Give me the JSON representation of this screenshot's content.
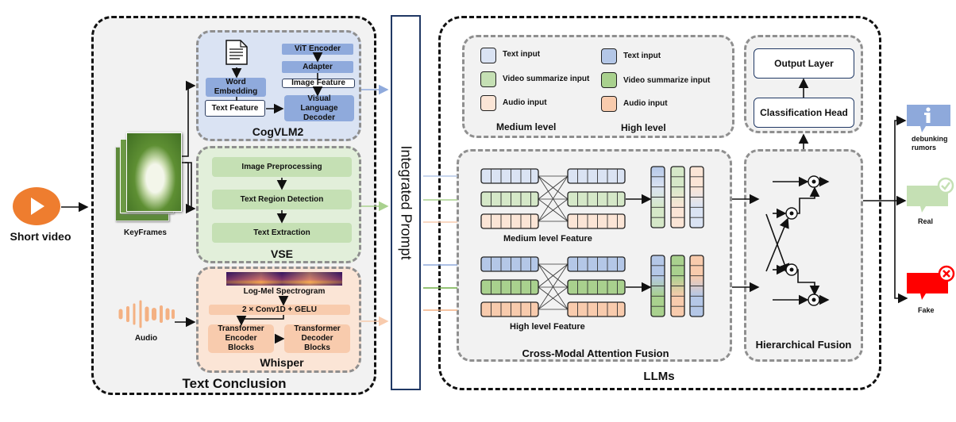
{
  "input": {
    "label": "Short video",
    "icon": "play-icon",
    "color": "#ee7d2f"
  },
  "text_conclusion": {
    "title": "Text Conclusion",
    "keyframes_label": "KeyFrames",
    "audio_label": "Audio",
    "cogvlm2": {
      "title": "CogVLM2",
      "word_embedding": "Word Embedding",
      "text_feature": "Text Feature",
      "vit_encoder": "ViT Encoder",
      "adapter": "Adapter",
      "image_feature": "Image Feature",
      "decoder": "Visual Language Decoder"
    },
    "vse": {
      "title": "VSE",
      "steps": [
        "Image Preprocessing",
        "Text Region Detection",
        "Text Extraction"
      ]
    },
    "whisper": {
      "title": "Whisper",
      "spectrogram": "Log-Mel Spectrogram",
      "conv": "2 × Conv1D + GELU",
      "encoder": "Transformer Encoder Blocks",
      "decoder": "Transformer Decoder Blocks"
    }
  },
  "integrated_prompt": {
    "label": "Integrated Prompt"
  },
  "llms": {
    "title": "LLMs",
    "legend": {
      "medium_title": "Medium level",
      "high_title": "High level",
      "medium": [
        "Text input",
        "Video summarize input",
        "Audio input"
      ],
      "high": [
        "Text input",
        "Video summarize input",
        "Audio input"
      ]
    },
    "cross_modal": {
      "title": "Cross-Modal Attention Fusion",
      "medium_label": "Medium level Feature",
      "high_label": "High level Feature"
    },
    "hierarchical": {
      "title": "Hierarchical Fusion"
    },
    "head": {
      "output_layer": "Output Layer",
      "classification_head": "Classification Head"
    }
  },
  "outputs": [
    {
      "label": "debunking rumors",
      "icon": "info-bubble-icon",
      "color": "#8ea9db"
    },
    {
      "label": "Real",
      "icon": "check-bubble-icon",
      "color": "#c5e0b4"
    },
    {
      "label": "Fake",
      "icon": "cross-bubble-icon",
      "color": "#ff0000"
    }
  ],
  "colors": {
    "text_medium": "#dae3f3",
    "text_high": "#b4c7e7",
    "video_medium": "#d5e8c8",
    "video_high": "#a9d18e",
    "audio_medium": "#fbe5d6",
    "audio_high": "#f8cbad",
    "cog_bg": "#dae3f3",
    "cog_block": "#8faadc",
    "vse_bg": "#e2efda",
    "vse_block": "#c5e0b4",
    "whisper_bg": "#fbe5d6",
    "whisper_block": "#f8cbad"
  }
}
